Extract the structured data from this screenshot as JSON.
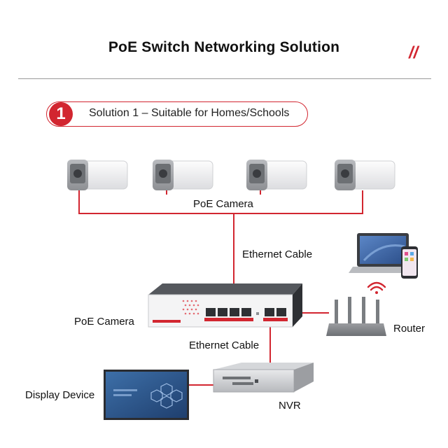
{
  "header": {
    "title": "PoE Switch Networking Solution",
    "brand_mark": "//"
  },
  "solution": {
    "number": "1",
    "label": "Solution 1 – Suitable for Homes/Schools"
  },
  "labels": {
    "cameras": "PoE Camera",
    "ethernet_top": "Ethernet Cable",
    "switch": "PoE Camera",
    "router": "Router",
    "ethernet_bottom": "Ethernet Cable",
    "display": "Display Device",
    "nvr": "NVR"
  },
  "colors": {
    "accent": "#d22630",
    "cable": "#d22630",
    "device_body": "#e9eaec",
    "switch_body": "#3c3f44"
  }
}
